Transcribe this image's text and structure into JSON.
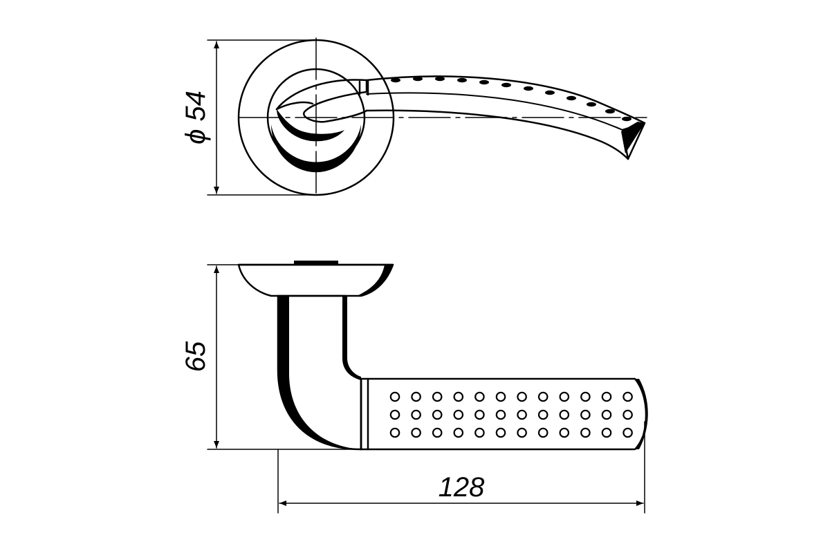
{
  "drawing": {
    "dimensions": {
      "rosette_diameter": "ϕ 54",
      "height": "65",
      "length": "128"
    },
    "colors": {
      "ink": "#000000",
      "paper": "#ffffff"
    },
    "dot_grid": {
      "rows": 3,
      "columns": 12
    }
  }
}
